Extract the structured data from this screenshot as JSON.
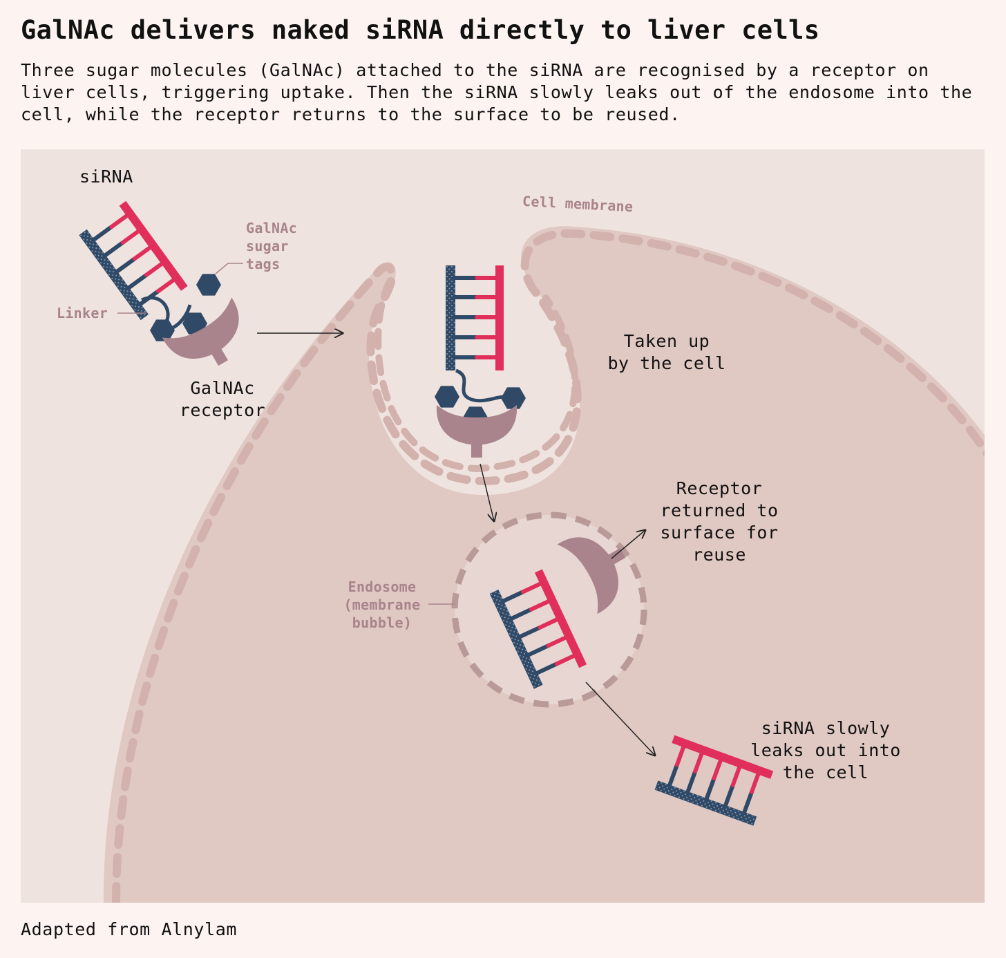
{
  "title": "GalNAc delivers naked siRNA directly to liver cells",
  "subtitle": "Three sugar molecules (GalNAc) attached to the siRNA are recognised by a receptor on liver cells, triggering uptake. Then the siRNA slowly leaks out of the endosome into the cell, while the receptor returns to the surface to be reused.",
  "source": "Adapted from Alnylam",
  "labels": {
    "sirna": "siRNA",
    "galnac_tags": "GalNAc\nsugar\ntags",
    "linker": "Linker",
    "receptor": "GalNAc\nreceptor",
    "cell_membrane": "Cell membrane",
    "taken_up": "Taken up\nby the cell",
    "receptor_returned": "Receptor\nreturned to\nsurface for\nreuse",
    "endosome": "Endosome\n(membrane\nbubble)",
    "leaks_out": "siRNA slowly\nleaks out into\nthe cell"
  },
  "colors": {
    "background": "#fdf4f1",
    "extracellular": "#efe3df",
    "cytoplasm": "#e0c8c3",
    "membrane": "#d3b2ad",
    "endosome_membrane": "#b89a98",
    "sirna_pink": "#e02f5a",
    "sirna_navy": "#2f4966",
    "receptor": "#a9848c",
    "muted_text": "#a9838b"
  }
}
